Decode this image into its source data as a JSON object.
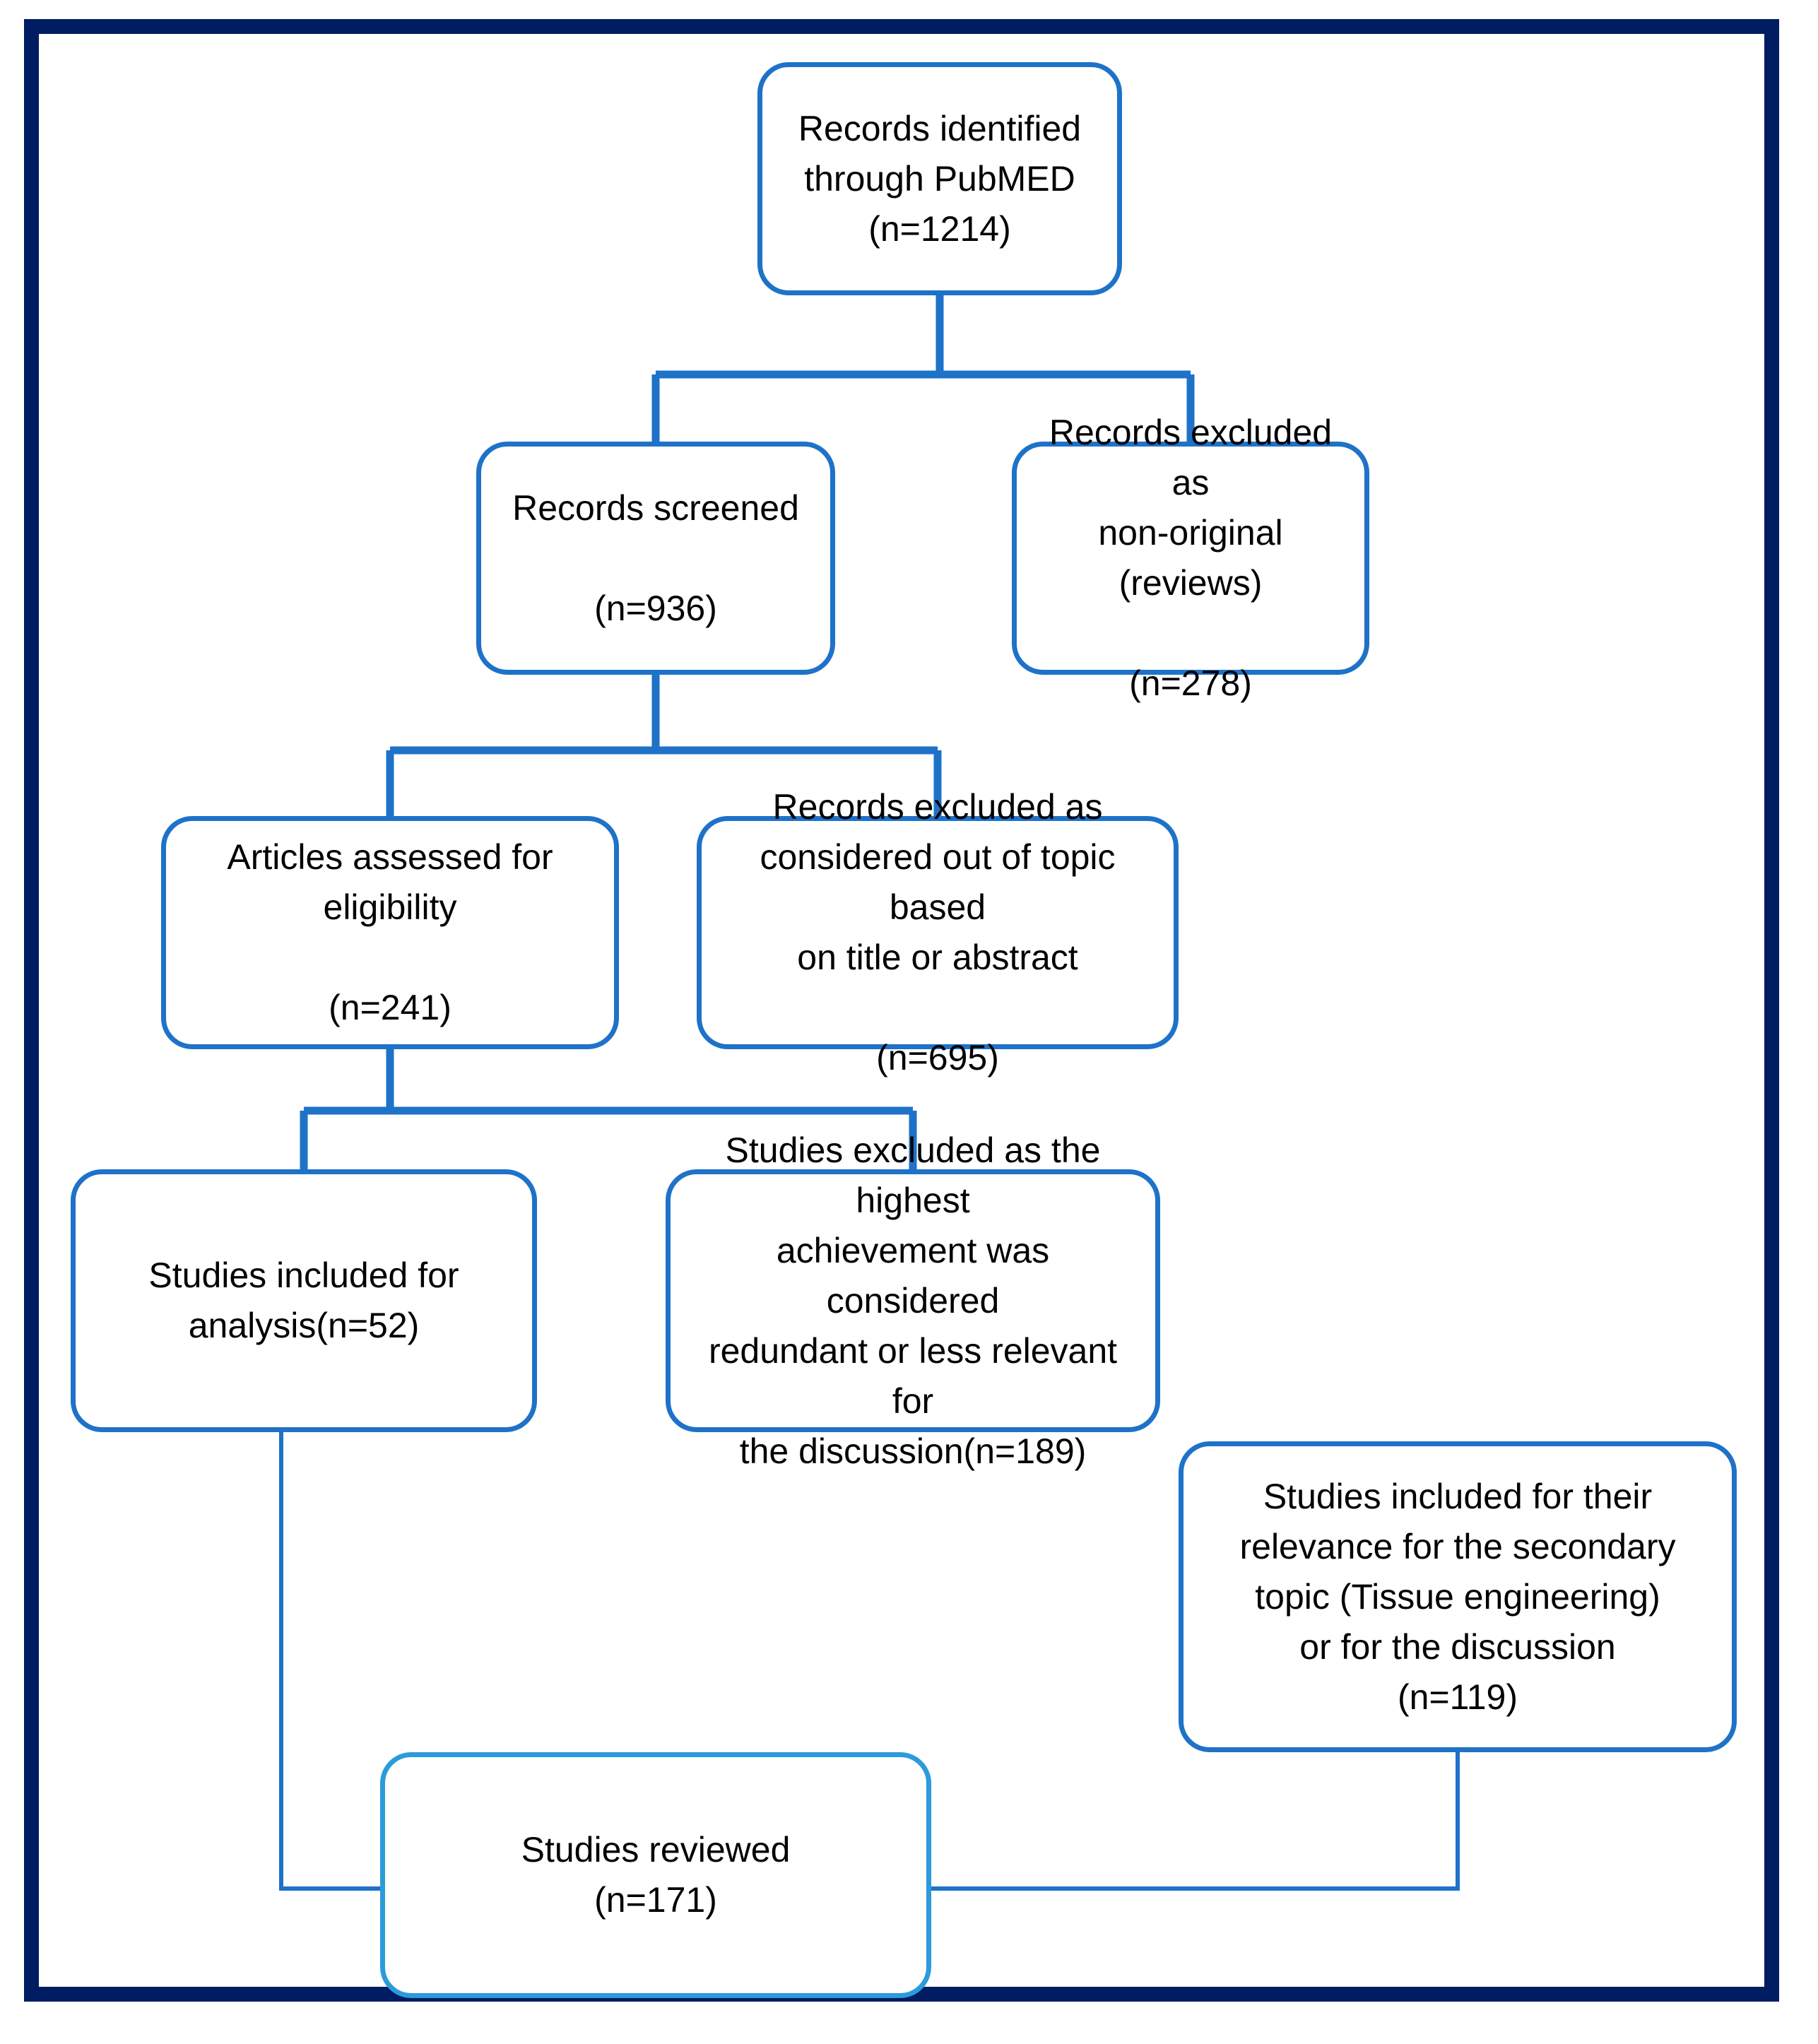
{
  "diagram": {
    "title": "PRISMA study selection flow diagram",
    "frame_color": "#001C62",
    "node_border_color": "#1E72C8",
    "accent_node_border_color": "#2B9BDB",
    "connector_color": "#1E72C8",
    "background_color": "#FFFFFF"
  },
  "nodes": {
    "identified": {
      "label": "Records identified\nthrough PubMED\n(n=1214)",
      "count": 1214,
      "count_text": "(n=1214)"
    },
    "screened": {
      "label": "Records screened\n\n(n=936)",
      "count": 936,
      "count_text": "(n=936)"
    },
    "excluded_nonoriginal": {
      "label": "Records excluded as\nnon-original (reviews)\n\n(n=278)",
      "count": 278,
      "count_text": "(n=278)"
    },
    "eligibility": {
      "label": "Articles assessed for\neligibility\n\n(n=241)",
      "count": 241,
      "count_text": "(n=241)"
    },
    "excluded_offtopic": {
      "label": "Records excluded as\nconsidered out of topic based\non title or abstract\n\n(n=695)",
      "count": 695,
      "count_text": "(n=695)"
    },
    "analysis": {
      "label": "Studies included for\nanalysis(n=52)",
      "count": 52,
      "count_text": "(n=52)"
    },
    "excluded_redundant": {
      "label": "Studies excluded as the highest\nachievement was considered\nredundant or less relevant for\nthe discussion(n=189)",
      "count": 189,
      "count_text": "(n=189)"
    },
    "secondary": {
      "label": "Studies included for their\nrelevance for the secondary\ntopic (Tissue engineering)\nor for the discussion\n(n=119)",
      "count": 119,
      "count_text": "(n=119)"
    },
    "reviewed": {
      "label": "Studies reviewed\n(n=171)",
      "count": 171,
      "count_text": "(n=171)"
    }
  },
  "edges": [
    {
      "name": "identified-to-screened",
      "from": "identified",
      "to": "screened"
    },
    {
      "name": "identified-to-excluded-nonoriginal",
      "from": "identified",
      "to": "excluded_nonoriginal"
    },
    {
      "name": "screened-to-eligibility",
      "from": "screened",
      "to": "eligibility"
    },
    {
      "name": "screened-to-excluded-offtopic",
      "from": "screened",
      "to": "excluded_offtopic"
    },
    {
      "name": "eligibility-to-analysis",
      "from": "eligibility",
      "to": "analysis"
    },
    {
      "name": "eligibility-to-excluded-redundant",
      "from": "eligibility",
      "to": "excluded_redundant"
    },
    {
      "name": "analysis-to-reviewed",
      "from": "analysis",
      "to": "reviewed"
    },
    {
      "name": "secondary-to-reviewed",
      "from": "secondary",
      "to": "reviewed"
    }
  ]
}
